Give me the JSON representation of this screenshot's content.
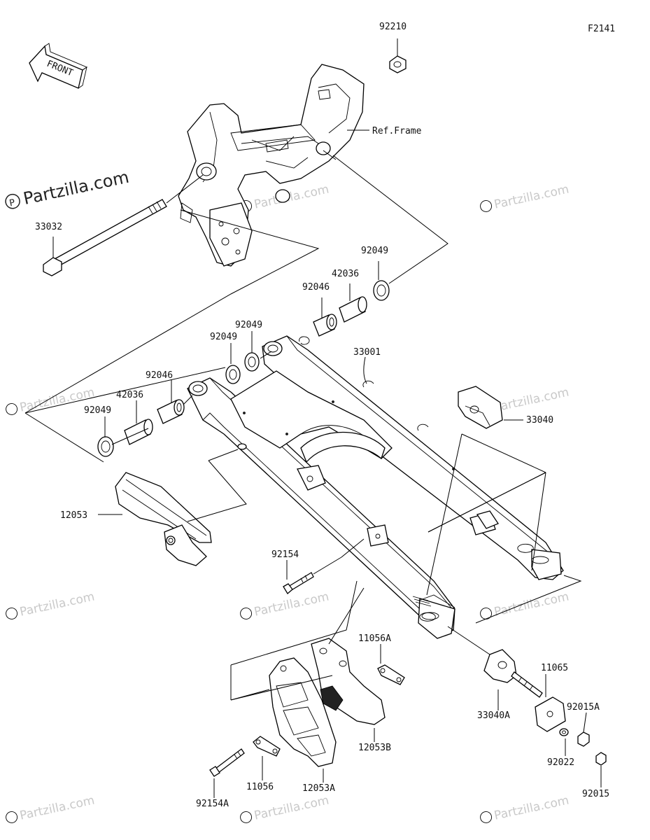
{
  "diagram": {
    "code": "F2141",
    "front_label": "FRONT",
    "ref_frame": "Ref.Frame",
    "watermark_main": "Partzilla.com",
    "watermark": "Partzilla.com",
    "callouts": [
      "92210",
      "33032",
      "92049",
      "42036",
      "92046",
      "92049",
      "92049",
      "33001",
      "92046",
      "42036",
      "92049",
      "33040",
      "12053",
      "92154",
      "11056A",
      "11065",
      "92015A",
      "33040A",
      "92022",
      "12053B",
      "11056",
      "12053A",
      "92154A",
      "92015"
    ]
  }
}
